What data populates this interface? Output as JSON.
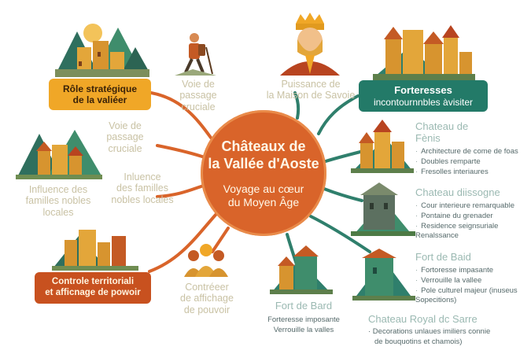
{
  "center": {
    "title_line1": "Châteaux de",
    "title_line2": "la Vallée d'Aoste",
    "subtitle_line1": "Voyage au cœur",
    "subtitle_line2": "du Moyen Âge"
  },
  "left_nodes": {
    "role_banner_line1": "Rôle stratégique",
    "role_banner_line2": "de la valiéer",
    "voie_top_lines": [
      "Voie de",
      "passage",
      "cruciale"
    ],
    "voie_mid_lines": [
      "Voie de",
      "passage",
      "cruciale"
    ],
    "influence_left_lines": [
      "Influence des",
      "familles nobles",
      "locales"
    ],
    "influence_mid_lines": [
      "Inluence",
      "des familles",
      "nobles locales"
    ],
    "controle_banner_line1": "Controle territoriali",
    "controle_banner_line2": "et afficnage de powoir",
    "controle_sub_lines": [
      "Contréeer",
      "de affichage",
      "de pouvoir"
    ]
  },
  "top_center": {
    "puissance_lines": [
      "Puissance de",
      "la Maison de Savoie"
    ]
  },
  "right_nodes": {
    "forteresses_banner_line1": "Forteresses",
    "forteresses_banner_line2": "incontournnbles àvisiter",
    "fenis_title_lines": [
      "Chateau de",
      "Fènis"
    ],
    "fenis_bullets": [
      "Architecture de come de foas",
      "Doubles remparte",
      "Fresolles interiaures"
    ],
    "issogne_title": "Chateau diissogne",
    "issogne_bullets": [
      "Cour interieure remarquable",
      "Pontaine du grenader",
      "Residence seignsuriale Renalssance"
    ],
    "bard_right_title": "Fort de Baid",
    "bard_right_bullets": [
      "Fortoresse impasante",
      "Verrouille la vallee",
      "Pole culturel majeur (inuseus Sopecitions)"
    ],
    "bard_bottom_title": "Fort de Bard",
    "bard_bottom_lines": [
      "Forteresse imposante",
      "Verrouille la valles"
    ],
    "sarre_title": "Chateau Royal dc Sarre",
    "sarre_lines": [
      "· Decorations unlaues imiliers connie",
      "de bouquotins et chamois)"
    ]
  },
  "colors": {
    "orange": "#d9642a",
    "teal": "#2f7f6c",
    "banner_gold": "#f0a727",
    "faint_text": "#c9c2a4"
  }
}
